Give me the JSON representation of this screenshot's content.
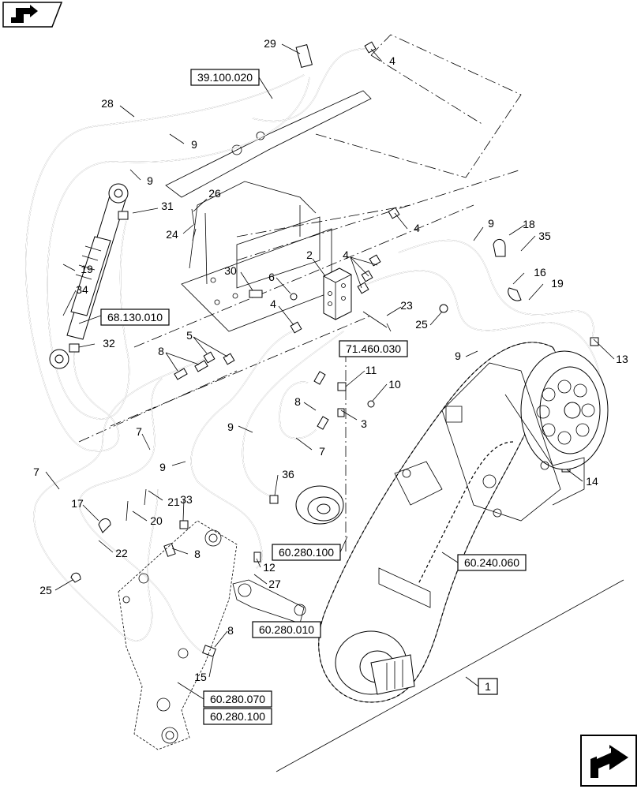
{
  "nav": {
    "prev_icon": "back-arrow-icon",
    "next_icon": "next-page-arrow-icon"
  },
  "references": {
    "r39100020": "39.100.020",
    "r68130010": "68.130.010",
    "r71460030": "71.460.030",
    "r60280100a": "60.280.100",
    "r60280010": "60.280.010",
    "r60240060": "60.240.060",
    "r60280070": "60.280.070",
    "r60280100b": "60.280.100",
    "r1": "1"
  },
  "callouts": {
    "c29": "29",
    "c4a": "4",
    "c28": "28",
    "c9a": "9",
    "c9b": "9",
    "c26": "26",
    "c31": "31",
    "c24": "24",
    "c4b": "4",
    "c9c": "9",
    "c18": "18",
    "c35": "35",
    "c2": "2",
    "c4c": "4",
    "c30": "30",
    "c6": "6",
    "c19a": "19",
    "c34": "34",
    "c16": "16",
    "c19b": "19",
    "c4d": "4",
    "c23": "23",
    "c25a": "25",
    "c32": "32",
    "c5": "5",
    "c8a": "8",
    "c9d": "9",
    "c13": "13",
    "c11": "11",
    "c10": "10",
    "c8b": "8",
    "c3": "3",
    "c9e": "9",
    "c7a": "7",
    "c7b": "7",
    "c7c": "7",
    "c9f": "9",
    "c36": "36",
    "c14": "14",
    "c21": "21",
    "c33": "33",
    "c17": "17",
    "c20": "20",
    "c22": "22",
    "c8c": "8",
    "c12": "12",
    "c27": "27",
    "c25b": "25",
    "c8d": "8",
    "c15": "15"
  }
}
